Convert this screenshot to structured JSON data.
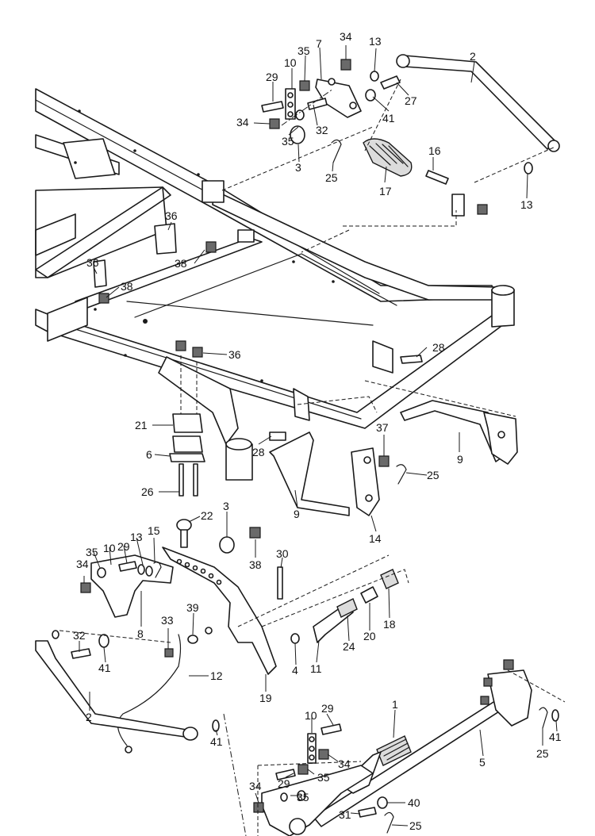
{
  "callouts": [
    {
      "id": "c34a",
      "label": "34"
    },
    {
      "id": "c7",
      "label": "7"
    },
    {
      "id": "c13a",
      "label": "13"
    },
    {
      "id": "c2a",
      "label": "2"
    },
    {
      "id": "c35a",
      "label": "35"
    },
    {
      "id": "c10a",
      "label": "10"
    },
    {
      "id": "c29a",
      "label": "29"
    },
    {
      "id": "c27",
      "label": "27"
    },
    {
      "id": "c41a",
      "label": "41"
    },
    {
      "id": "c34b",
      "label": "34"
    },
    {
      "id": "c32a",
      "label": "32"
    },
    {
      "id": "c35b",
      "label": "35"
    },
    {
      "id": "c16",
      "label": "16"
    },
    {
      "id": "c3a",
      "label": "3"
    },
    {
      "id": "c25a",
      "label": "25"
    },
    {
      "id": "c17",
      "label": "17"
    },
    {
      "id": "c13b",
      "label": "13"
    },
    {
      "id": "c36a",
      "label": "36"
    },
    {
      "id": "c38a",
      "label": "38"
    },
    {
      "id": "c36b",
      "label": "36"
    },
    {
      "id": "c38b",
      "label": "38"
    },
    {
      "id": "c36c",
      "label": "36"
    },
    {
      "id": "c28a",
      "label": "28"
    },
    {
      "id": "c21",
      "label": "21"
    },
    {
      "id": "c37",
      "label": "37"
    },
    {
      "id": "c28b",
      "label": "28"
    },
    {
      "id": "c6",
      "label": "6"
    },
    {
      "id": "c9a",
      "label": "9"
    },
    {
      "id": "c25b",
      "label": "25"
    },
    {
      "id": "c26",
      "label": "26"
    },
    {
      "id": "c9b",
      "label": "9"
    },
    {
      "id": "c14",
      "label": "14"
    },
    {
      "id": "c22",
      "label": "22"
    },
    {
      "id": "c3b",
      "label": "3"
    },
    {
      "id": "c15",
      "label": "15"
    },
    {
      "id": "c35c",
      "label": "35"
    },
    {
      "id": "c10b",
      "label": "10"
    },
    {
      "id": "c29b",
      "label": "29"
    },
    {
      "id": "c13c",
      "label": "13"
    },
    {
      "id": "c38c",
      "label": "38"
    },
    {
      "id": "c30",
      "label": "30"
    },
    {
      "id": "c34c",
      "label": "34"
    },
    {
      "id": "c8",
      "label": "8"
    },
    {
      "id": "c18",
      "label": "18"
    },
    {
      "id": "c33",
      "label": "33"
    },
    {
      "id": "c39",
      "label": "39"
    },
    {
      "id": "c20",
      "label": "20"
    },
    {
      "id": "c24",
      "label": "24"
    },
    {
      "id": "c32b",
      "label": "32"
    },
    {
      "id": "c41b",
      "label": "41"
    },
    {
      "id": "c4",
      "label": "4"
    },
    {
      "id": "c11",
      "label": "11"
    },
    {
      "id": "c12",
      "label": "12"
    },
    {
      "id": "c19",
      "label": "19"
    },
    {
      "id": "c2b",
      "label": "2"
    },
    {
      "id": "c1",
      "label": "1"
    },
    {
      "id": "c29c",
      "label": "29"
    },
    {
      "id": "c10c",
      "label": "10"
    },
    {
      "id": "c41c",
      "label": "41"
    },
    {
      "id": "c41d",
      "label": "41"
    },
    {
      "id": "c34d",
      "label": "34"
    },
    {
      "id": "c35d",
      "label": "35"
    },
    {
      "id": "c29d",
      "label": "29"
    },
    {
      "id": "c25c",
      "label": "25"
    },
    {
      "id": "c5",
      "label": "5"
    },
    {
      "id": "c34e",
      "label": "34"
    },
    {
      "id": "c35e",
      "label": "35"
    },
    {
      "id": "c40",
      "label": "40"
    },
    {
      "id": "c31",
      "label": "31"
    },
    {
      "id": "c25d",
      "label": "25"
    }
  ]
}
